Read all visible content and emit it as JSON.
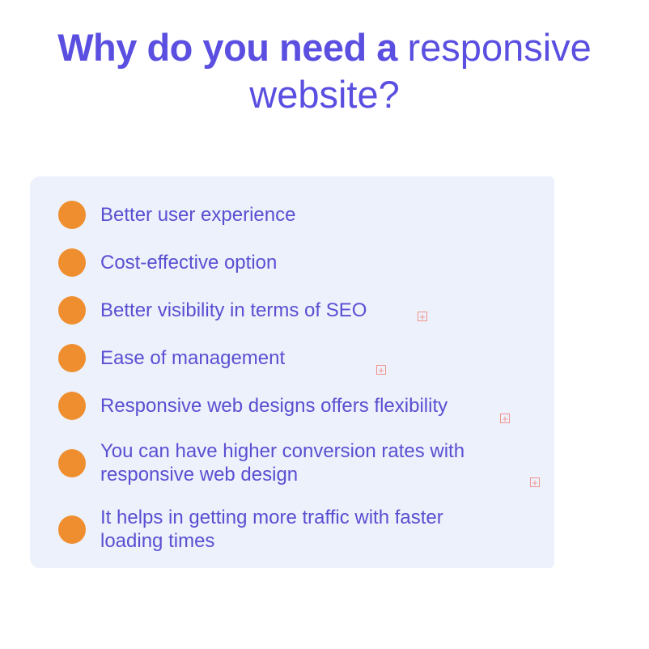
{
  "colors": {
    "page_bg": "#ffffff",
    "title_color": "#5a4fe0",
    "list_text": "#5a4fd2",
    "bullet": "#ef8e2e",
    "card_bg": "#edf1fb",
    "broken": "#f0948e"
  },
  "title": {
    "bold": "Why do you need a ",
    "regular": "responsive\nwebsite?"
  },
  "list": {
    "items": [
      {
        "label": "Better user experience"
      },
      {
        "label": "Cost-effective option"
      },
      {
        "label": "Better visibility in terms of SEO"
      },
      {
        "label": "Ease of management"
      },
      {
        "label": "Responsive web designs offers flexibility"
      },
      {
        "label": "You can have higher conversion rates with\nresponsive web design"
      },
      {
        "label": "It helps in getting more traffic with faster\nloading times"
      }
    ]
  },
  "icons": {
    "bullet": "filled-circle",
    "broken_image_glyph": "+"
  }
}
